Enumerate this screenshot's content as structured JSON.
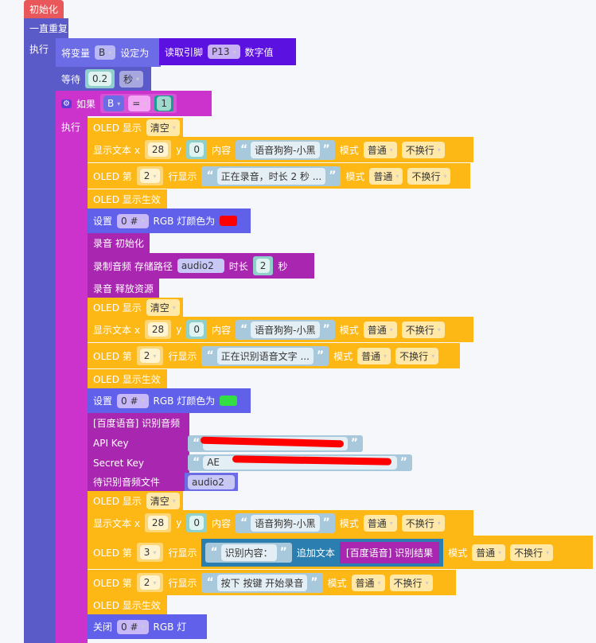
{
  "init": {
    "label": "初始化"
  },
  "forever": {
    "label": "一直重复",
    "do": "执行"
  },
  "setvar": {
    "label": "将变量",
    "var": "B",
    "to": "设定为",
    "read": "读取引脚",
    "pin": "P13",
    "digital": "数字值"
  },
  "wait": {
    "label": "等待",
    "value": "0.2",
    "unit": "秒"
  },
  "ifb": {
    "label": "如果",
    "var": "B",
    "op": "=",
    "value": "1",
    "do": "执行"
  },
  "w": {
    "clear": "OLED 显示 ",
    "clearv": "清空",
    "text": "显示文本 x",
    "y": "y",
    "content": "内容",
    "mode": "模式",
    "normal": "普通",
    "nowrap": "不换行",
    "line": "OLED 第",
    "linedisp": "行显示",
    "apply": "OLED 显示生效",
    "set": "设置",
    "led": "0 #",
    "rgbto": "RGB 灯颜色为",
    "off": "关闭",
    "rgb": "RGB 灯",
    "lq": "“",
    "rq": "”"
  },
  "colors": {
    "red": "#ff0000",
    "green": "#33dd44"
  },
  "texts": {
    "x": "28",
    "y": "0",
    "title": "语音狗狗-小黑",
    "rec_msg": "正在录音，时长 2 秒 ...",
    "recog_msg": "正在识别语音文字 ...",
    "result_label": "识别内容：",
    "append": "追加文本",
    "result": "[百度语音] 识别结果",
    "press": "按下 按键 开始录音",
    "line2": "2",
    "line3": "3"
  },
  "audio": {
    "init": "录音 初始化",
    "record": "录制音频 存储路径",
    "file": "audio2",
    "dur": "时长",
    "secs": "2",
    "unit": "秒",
    "release": "录音 释放资源"
  },
  "baidu": {
    "title": "[百度语音] 识别音频",
    "api": "API Key",
    "api_val": "",
    "secret": "Secret Key",
    "secret_val": "AE",
    "file": "待识别音频文件",
    "file_val": "audio2"
  }
}
